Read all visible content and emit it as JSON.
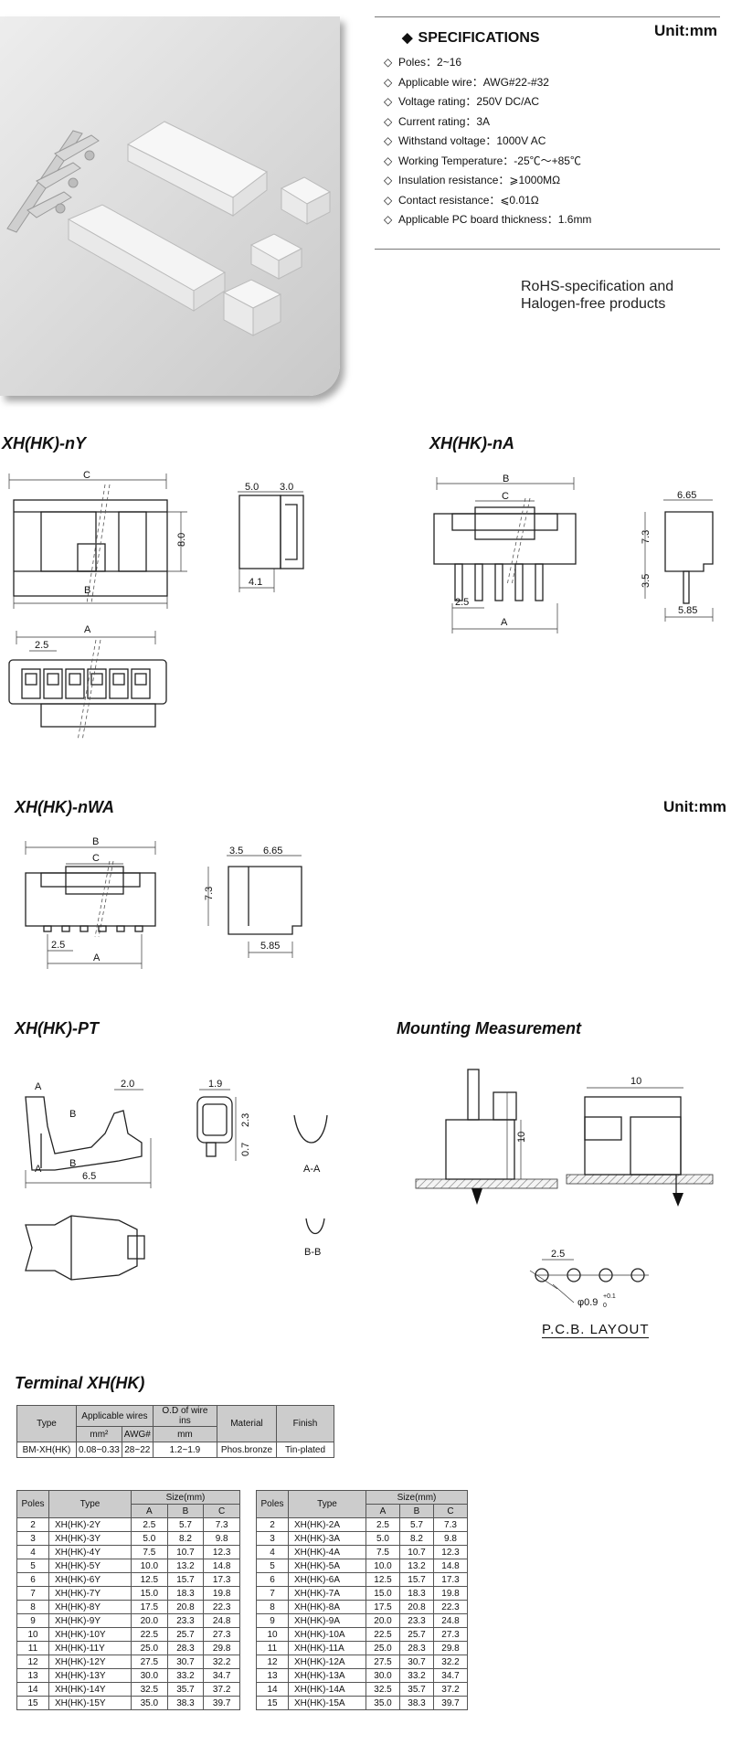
{
  "specs": {
    "heading": "SPECIFICATIONS",
    "unit": "Unit:mm",
    "items": [
      "Poles：2~16",
      "Applicable wire：AWG#22-#32",
      "Voltage rating：250V DC/AC",
      "Current rating：3A",
      "Withstand voltage：1000V AC",
      "Working Temperature：-25℃～+85℃",
      "Insulation resistance：⩾1000MΩ",
      "Contact resistance：⩽0.01Ω",
      "Applicable PC board thickness：1.6mm"
    ],
    "rohs_line1": "RoHS-specification and",
    "rohs_line2": "Halogen-free products"
  },
  "sections": {
    "ny": "XH(HK)-nY",
    "na": "XH(HK)-nA",
    "nwa": "XH(HK)-nWA",
    "unit2": "Unit:mm",
    "pt": "XH(HK)-PT",
    "mounting": "Mounting Measurement",
    "pcb_layout": "P.C.B. LAYOUT",
    "terminal": "Terminal  XH(HK)"
  },
  "dims": {
    "A": "A",
    "B": "B",
    "C": "C",
    "ny_top1": "5.0",
    "ny_top2": "3.0",
    "ny_h": "8.0",
    "ny_bot": "4.1",
    "ny_pitch": "2.5",
    "na_w": "6.65",
    "na_h1": "7.3",
    "na_h2": "3.5",
    "na_pitch": "2.5",
    "na_bot": "5.85",
    "nwa_top1": "3.5",
    "nwa_top2": "6.65",
    "nwa_h": "7.3",
    "nwa_pitch": "2.5",
    "nwa_bot": "5.85",
    "pt_a": "A",
    "pt_b": "B",
    "pt_20": "2.0",
    "pt_65": "6.5",
    "pt_19": "1.9",
    "pt_23": "2.3",
    "pt_07": "0.7",
    "pt_aa": "A-A",
    "pt_bb": "B-B",
    "mt_10a": "10",
    "mt_10b": "10",
    "mt_pitch": "2.5",
    "mt_hole": "φ0.9",
    "mt_tol_up": "+0.1",
    "mt_tol_dn": "0"
  },
  "terminal_table": {
    "headers": [
      "Type",
      "Applicable wires",
      "O.D of wire ins",
      "Material",
      "Finish"
    ],
    "subheaders": [
      "mm²",
      "AWG#",
      "mm"
    ],
    "row": [
      "BM-XH(HK)",
      "0.08~0.33",
      "28~22",
      "1.2~1.9",
      "Phos.bronze",
      "Tin-plated"
    ]
  },
  "size_headers": {
    "poles": "Poles",
    "type": "Type",
    "size": "Size(mm)",
    "a": "A",
    "b": "B",
    "c": "C"
  },
  "size_table_y": [
    [
      "2",
      "XH(HK)-2Y",
      "2.5",
      "5.7",
      "7.3"
    ],
    [
      "3",
      "XH(HK)-3Y",
      "5.0",
      "8.2",
      "9.8"
    ],
    [
      "4",
      "XH(HK)-4Y",
      "7.5",
      "10.7",
      "12.3"
    ],
    [
      "5",
      "XH(HK)-5Y",
      "10.0",
      "13.2",
      "14.8"
    ],
    [
      "6",
      "XH(HK)-6Y",
      "12.5",
      "15.7",
      "17.3"
    ],
    [
      "7",
      "XH(HK)-7Y",
      "15.0",
      "18.3",
      "19.8"
    ],
    [
      "8",
      "XH(HK)-8Y",
      "17.5",
      "20.8",
      "22.3"
    ],
    [
      "9",
      "XH(HK)-9Y",
      "20.0",
      "23.3",
      "24.8"
    ],
    [
      "10",
      "XH(HK)-10Y",
      "22.5",
      "25.7",
      "27.3"
    ],
    [
      "11",
      "XH(HK)-11Y",
      "25.0",
      "28.3",
      "29.8"
    ],
    [
      "12",
      "XH(HK)-12Y",
      "27.5",
      "30.7",
      "32.2"
    ],
    [
      "13",
      "XH(HK)-13Y",
      "30.0",
      "33.2",
      "34.7"
    ],
    [
      "14",
      "XH(HK)-14Y",
      "32.5",
      "35.7",
      "37.2"
    ],
    [
      "15",
      "XH(HK)-15Y",
      "35.0",
      "38.3",
      "39.7"
    ]
  ],
  "size_table_a": [
    [
      "2",
      "XH(HK)-2A",
      "2.5",
      "5.7",
      "7.3"
    ],
    [
      "3",
      "XH(HK)-3A",
      "5.0",
      "8.2",
      "9.8"
    ],
    [
      "4",
      "XH(HK)-4A",
      "7.5",
      "10.7",
      "12.3"
    ],
    [
      "5",
      "XH(HK)-5A",
      "10.0",
      "13.2",
      "14.8"
    ],
    [
      "6",
      "XH(HK)-6A",
      "12.5",
      "15.7",
      "17.3"
    ],
    [
      "7",
      "XH(HK)-7A",
      "15.0",
      "18.3",
      "19.8"
    ],
    [
      "8",
      "XH(HK)-8A",
      "17.5",
      "20.8",
      "22.3"
    ],
    [
      "9",
      "XH(HK)-9A",
      "20.0",
      "23.3",
      "24.8"
    ],
    [
      "10",
      "XH(HK)-10A",
      "22.5",
      "25.7",
      "27.3"
    ],
    [
      "11",
      "XH(HK)-11A",
      "25.0",
      "28.3",
      "29.8"
    ],
    [
      "12",
      "XH(HK)-12A",
      "27.5",
      "30.7",
      "32.2"
    ],
    [
      "13",
      "XH(HK)-13A",
      "30.0",
      "33.2",
      "34.7"
    ],
    [
      "14",
      "XH(HK)-14A",
      "32.5",
      "35.7",
      "37.2"
    ],
    [
      "15",
      "XH(HK)-15A",
      "35.0",
      "38.3",
      "39.7"
    ]
  ]
}
